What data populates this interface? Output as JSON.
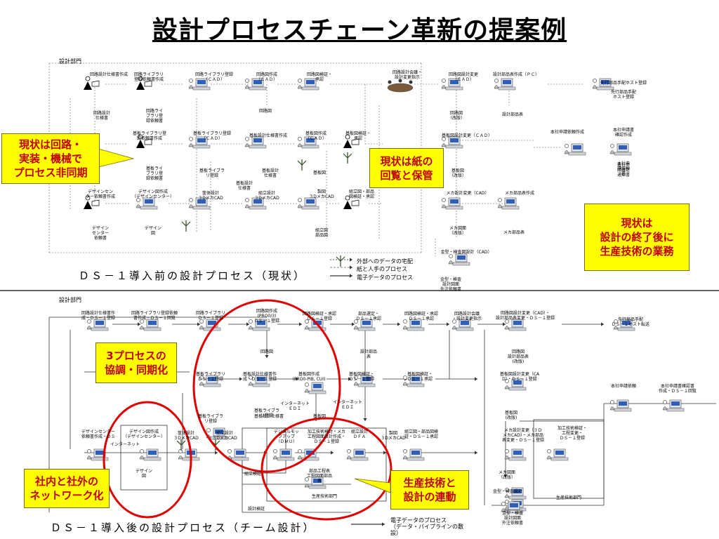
{
  "title": "設計プロセスチェーン革新の提案例",
  "top": {
    "section": "設計部門",
    "caption": "ＤＳ－１導入前の設計プロセス（現状）",
    "legend": [
      "外部へのデータの宅配",
      "紙と人手のプロセス",
      "電子データのプロセス"
    ],
    "labels": {
      "a1": "回路設計仕様書作成",
      "a2": "回路ライブラリ\n登録依頼書作成",
      "a3": "回路ライブラリ登録\n（ＣＡＤ）",
      "a4": "回路図作成\n（ＣＡＤ）",
      "a5": "回路図検証・\n承認",
      "a6": "回路設計会議・\n設計変更指示",
      "a7": "回路図設計変更\n（ＣＡＤ）",
      "a8": "設計部品表作成（ＰＣ）",
      "a9": "先行部品手配ホスト登録",
      "b1": "回路設計\n仕様書",
      "b2": "回路ライ\nブラリ登\n録依頼書",
      "b3": "回路図",
      "b4": "回路図\n（改版）",
      "b5": "設計部品表",
      "c1": "基板ライブラリ登\n録依頼書作成",
      "c2": "基板ライブラリ登録\n（ＣＡＤ）",
      "c3": "基板設計仕様書作成",
      "c4": "基板図作成\n（ＣＡＤ）",
      "c5": "基板図検証・\n承認",
      "c6": "基板図設計変更（ＣＡＤ）",
      "d1": "基板ライ\nブラリ登\n録依頼書",
      "d2": "基板ライブラ\nリ登録",
      "d3": "基板設計\n仕様書",
      "d4": "基板図",
      "d5": "基板図\n（改版）",
      "d6": "基板設計\n仕様書",
      "e1": "デザインセン\nター依頼書作成",
      "e2": "デザイン図作成\n（デザインセンター）",
      "e3": "筐体設計\n３DメカCAD",
      "e4": "組立設計\n３DメカCAD",
      "e5": "製図\n３DメカCAD",
      "e6": "組立図・部品\n図検証・承認",
      "e7": "メカ設計変更（CAD）",
      "e8": "メカ部品表作成",
      "e9": "本社申請依頼作成",
      "e10": "本社申請書\n確認作成",
      "f1": "デザイン\nセンター\n依頼書",
      "f2": "デザイン\n図",
      "f3": "組立図\n部品図",
      "f4": "メカ図面\n（改版）",
      "f5": "メカ部品表",
      "f6": "本社申\n請依頼\n書",
      "f7": "本社申\n請確定\n通知書",
      "g1": "金型・検査図設計（CAD）",
      "g2": "金型・検査\n設計図面\n外注依頼書",
      "h1": "先行部品手配\nホスト登録"
    }
  },
  "bottom": {
    "section": "設計部門",
    "caption": "ＤＳ－１導入後の設計プロセス（チーム設計）",
    "legend": [
      "電子データのプロセス\n（データ・パイプラインの敷\n設）"
    ],
    "labels": {
      "a1": "回路設計仕様書作\n成・ＤＳ－１登録",
      "a2": "回路ライブラリ登録依頼\n書作成・ＤＳ－１回覧",
      "a3": "回路ライブラリ\nＤＳ－１登録",
      "a4": "回路図作成\n(PRO0/3)\nＤＳ－１登録",
      "a5": "回路図検証・承認\nＤＳ－１登録",
      "a6": "部品選定・\nＤＳ－１承認",
      "a7": "回路図検証・承認\nＤＳ－１承認",
      "a8": "回路設計会議\n・設計変更指示",
      "a9": "回路図設計変更（CAD）・\n設計部品表変更・ＤＳ－１登録",
      "a10": "先行部品手配\nＤＳ－１ホスト転送",
      "b1": "回路図",
      "b2": "設計部品\n表",
      "b3": "回路図\n設計部品表\n(改版)",
      "c1": "基板ライブラリ\nＤＳ－１登録",
      "c2": "基板設計仕様書作\n成・ＤＳ－１登録",
      "c3": "基板図作成\n(PRO0-PIB, CUI)",
      "c4": "基板図検証・\nＤＳ－１登録",
      "c5": "基板図検証・\nＤＳ－１承認",
      "c6": "基板図設計変更（CA\nD）・ＤＳ－１登録",
      "c7": "本社申請依頼",
      "c8": "本社申請書確認書\n作成・ＤＳ－１回覧",
      "d1": "基板ライブラ\nリ登録",
      "d2": "基板ライブラ\nリ登録",
      "d3": "基板設計仕様書",
      "d4": "インターネット\nＥＤＩ",
      "d5": "インターネット\nＥＤＩ",
      "d6": "基板図",
      "d7": "基板図\n(改版)",
      "e1": "デザインセンター\n依頼書作成・ＤＳ",
      "e2": "デザイン図作成\n（デザインセンター）",
      "e3": "筐体設計\n３DメカCAD",
      "e4": "組立設計\n３DメカCAD",
      "e5": "デジタルモッ\nクアップ\n（ＤＭＵ）",
      "e6": "加工技術検討・メカ\n工程図面設計作成・\nＤＳ－１登録",
      "e7": "組立設計\nＤＦＡ",
      "e8": "製図\n３DメカCAD",
      "e9": "組立図・部品図検\n証・ＤＳ－１承認",
      "e10": "メカ設計変更（３Ｄ\nメカCAD）・メカ部品\n表変更・ＤＳ－１登録",
      "e11": "加工技術検証・\n工程変更・\nＤＳ－１登録",
      "f1": "デザイン\n図",
      "f2": "部品工程表\n工程図面部品\n表",
      "f3": "メカ図面\n（改版）",
      "g1": "金型・検査設計",
      "g2": "金型・検査\n設計図面\n外注依頼書",
      "h1": "インターネット",
      "h2": "生産技術部門",
      "h3": "生産技術部門",
      "h4": "組立検証",
      "h5": "設計検証"
    }
  },
  "callouts": {
    "c1": "現状は回路・\n実装・機械で\nプロセス非同期",
    "c2": "現状は紙の\n回覧と保管",
    "c3": "現状は\n設計の終了後に\n生産技術の業務",
    "c4": "3プロセスの\n協調・同期化",
    "c5": "社内と社外の\nネットワーク化",
    "c6": "生産技術と\n設計の連動"
  },
  "colors": {
    "callout_fill": "#ffff00",
    "callout_text": "#c00000",
    "highlight_ellipse": "#e00000",
    "station_blue": "#2f5fb8",
    "link": "#8a8a8a"
  }
}
